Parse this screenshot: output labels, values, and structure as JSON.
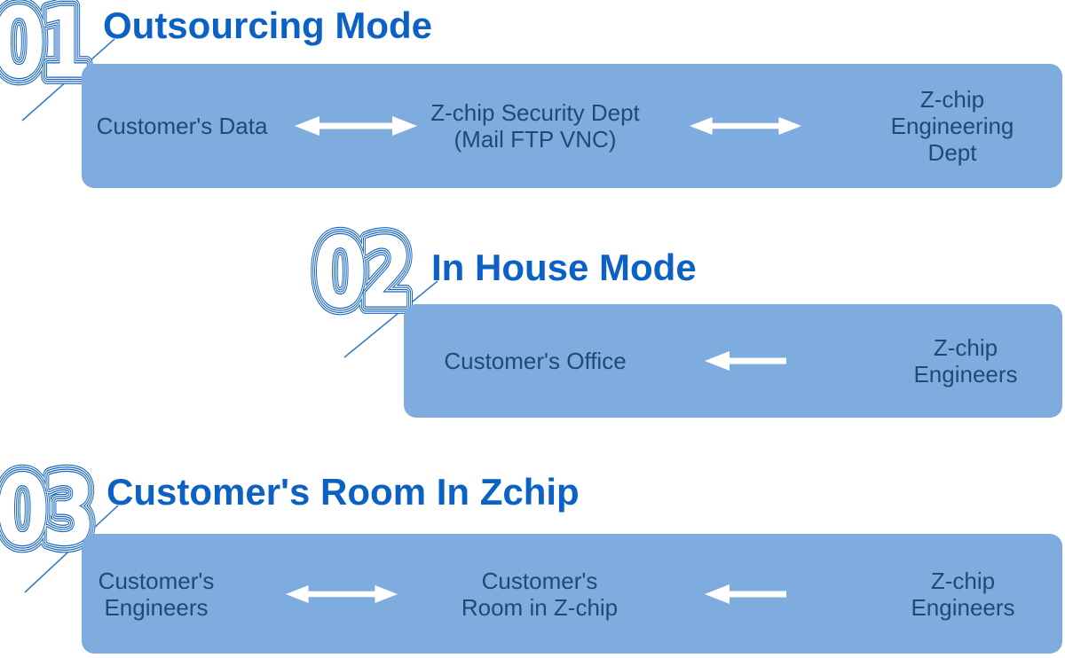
{
  "colors": {
    "bar_fill": "#7FACDE",
    "bar_text": "#1C4B74",
    "title": "#0B62C4",
    "numeral": "#1463BE",
    "connector_line": "#3B7AC9",
    "arrow": "#FFFFFF",
    "background": "#FFFFFF"
  },
  "sections": [
    {
      "number": "01",
      "title": "Outsourcing Mode",
      "arrows": [
        "double-arrow",
        "double-arrow"
      ],
      "bar": {
        "left_text": "Customer's Data",
        "mid_text": "Z-chip Security Dept\n(Mail FTP VNC)",
        "right_text": "Z-chip Engineering\nDept"
      }
    },
    {
      "number": "02",
      "title": "In House Mode",
      "arrows": [
        "left-arrow"
      ],
      "bar": {
        "left_text": "Customer's Office",
        "right_text": "Z-chip Engineers"
      }
    },
    {
      "number": "03",
      "title": "Customer's Room In Zchip",
      "arrows": [
        "double-arrow",
        "left-arrow"
      ],
      "bar": {
        "left_text": "Customer's\nEngineers",
        "mid_text": "Customer's\nRoom in Z-chip",
        "right_text": "Z-chip Engineers"
      }
    }
  ]
}
